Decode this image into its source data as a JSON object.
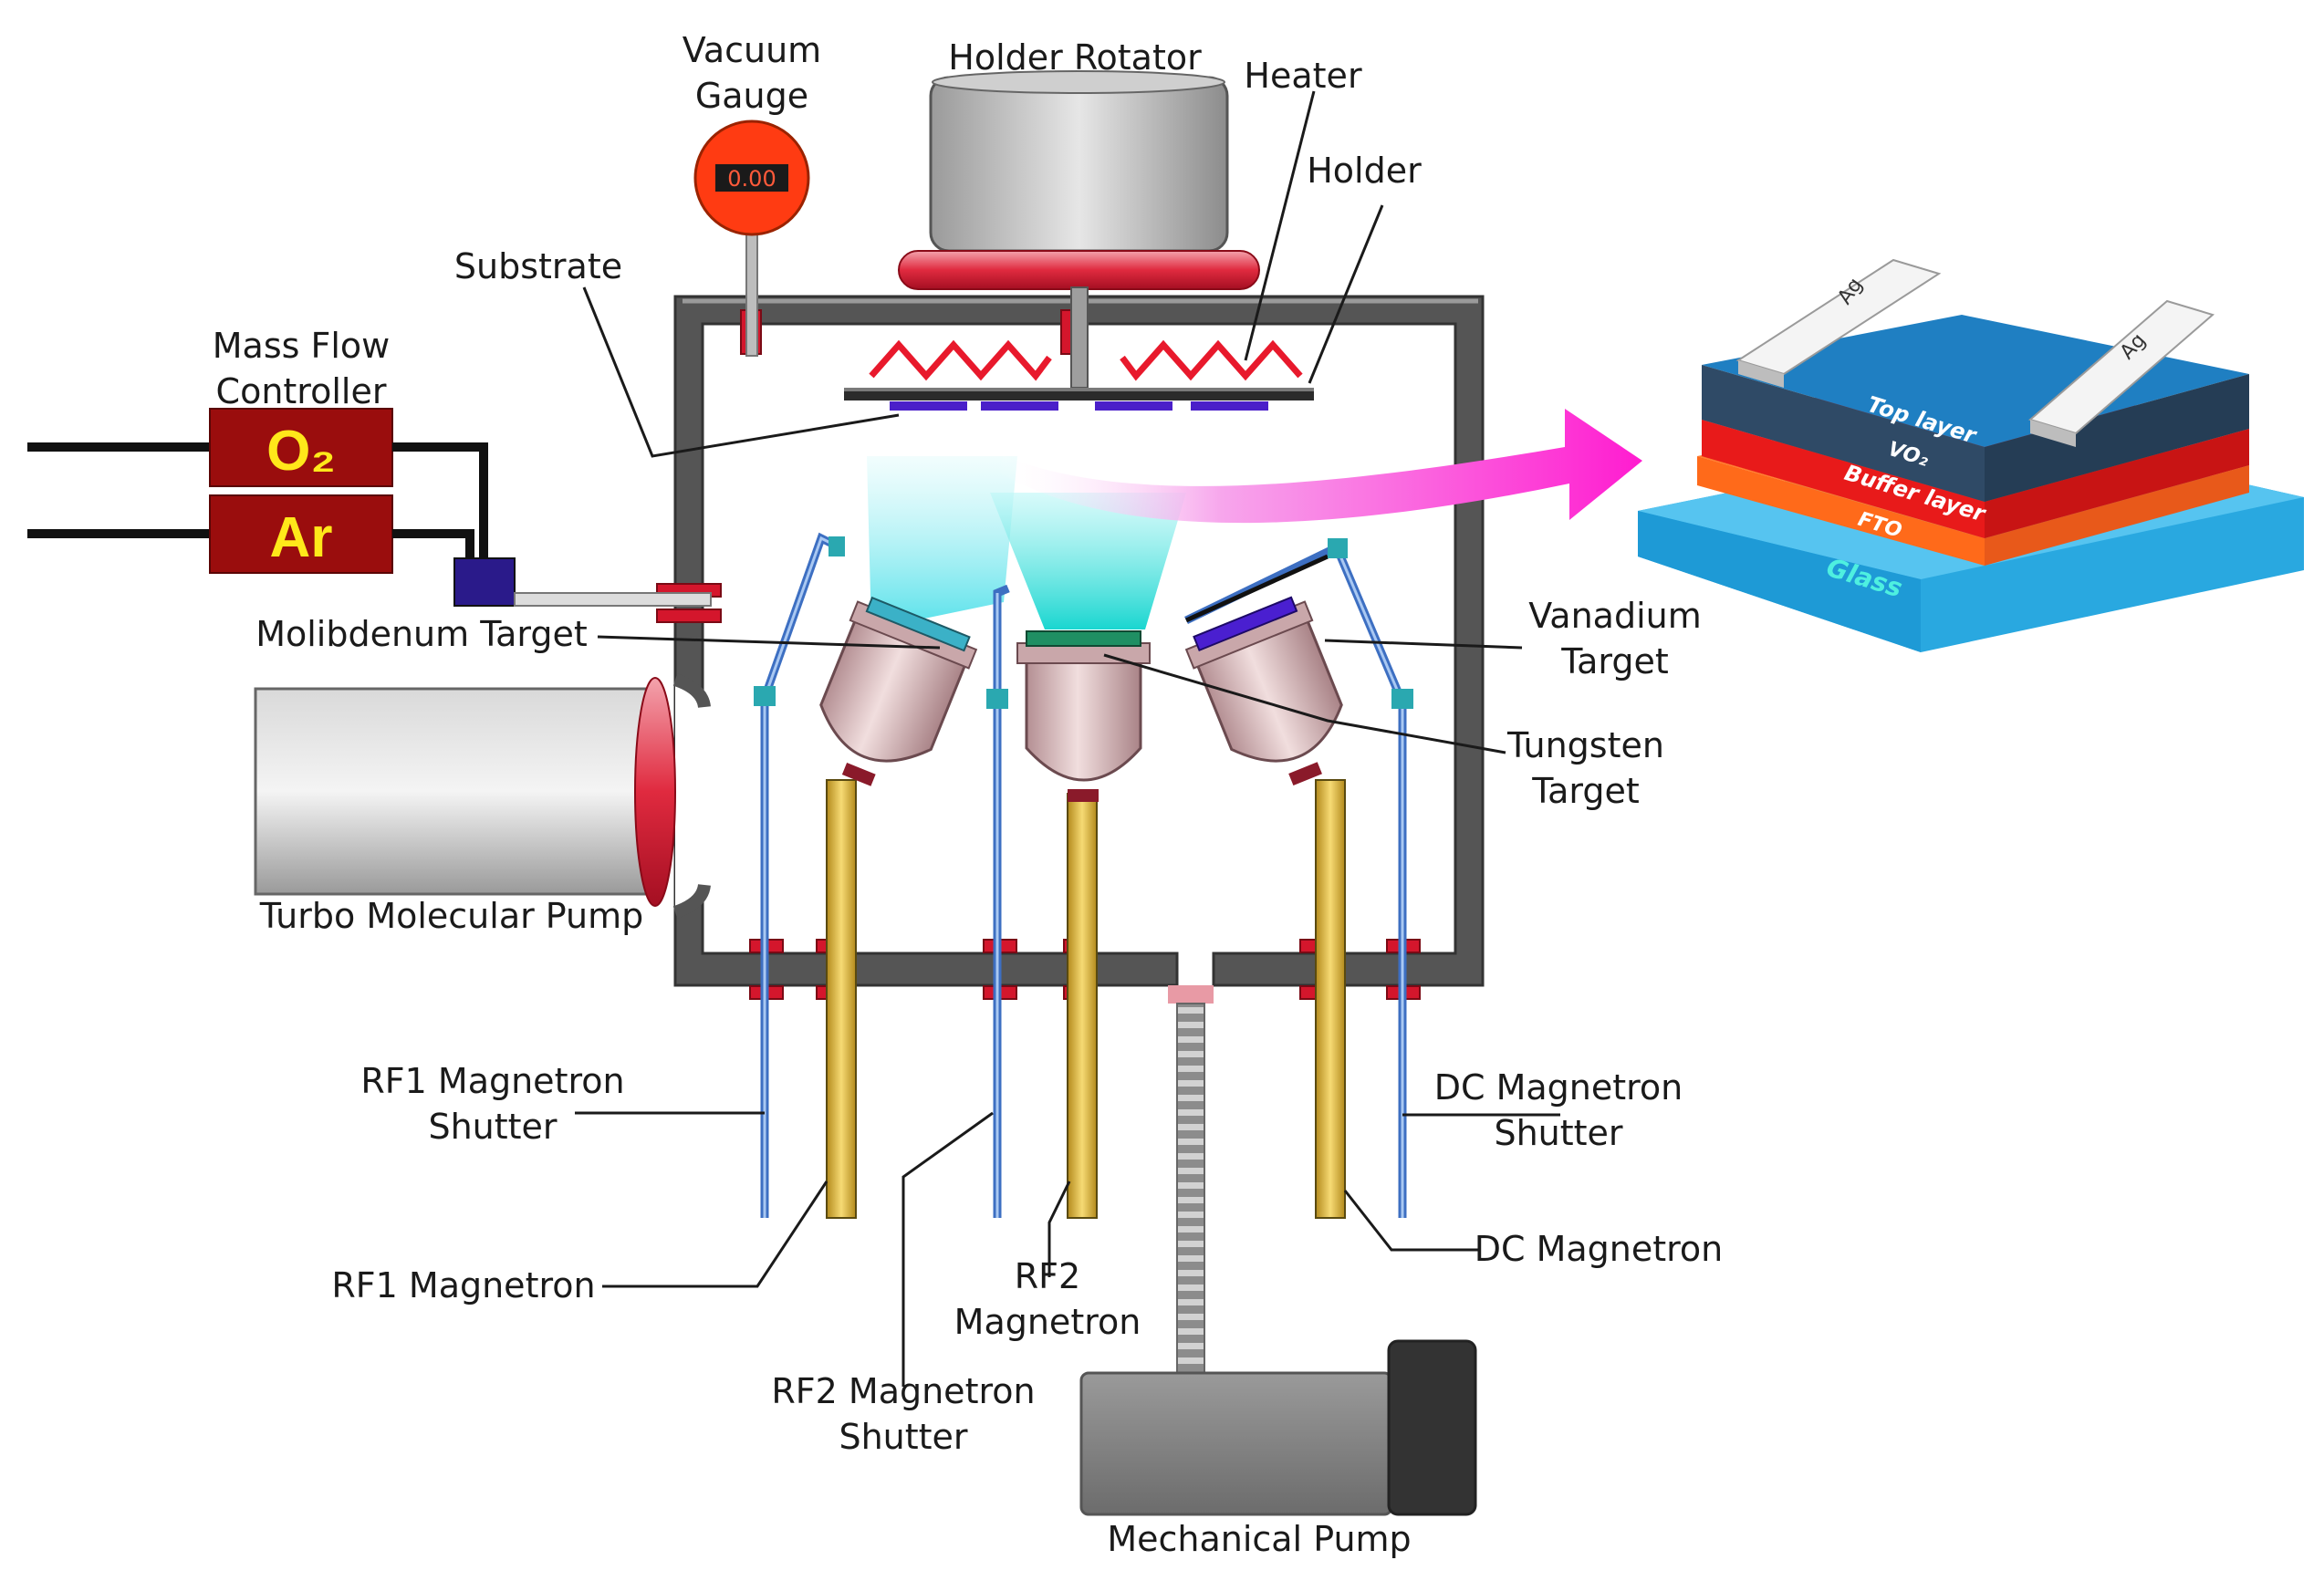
{
  "labels": {
    "vacuum_gauge": [
      "Vacuum",
      "Gauge"
    ],
    "holder_rotator": "Holder Rotator",
    "heater": "Heater",
    "holder": "Holder",
    "substrate": "Substrate",
    "mass_flow_controller": [
      "Mass Flow",
      "Controller"
    ],
    "molibdenum_target": "Molibdenum Target",
    "vanadium_target": [
      "Vanadium",
      "Target"
    ],
    "tungsten_target": [
      "Tungsten",
      "Target"
    ],
    "turbo_molecular_pump": "Turbo Molecular Pump",
    "rf1_magnetron_shutter": [
      "RF1 Magnetron",
      "Shutter"
    ],
    "dc_magnetron_shutter": [
      "DC Magnetron",
      "Shutter"
    ],
    "rf1_magnetron": "RF1 Magnetron",
    "rf2_magnetron": [
      "RF2",
      "Magnetron"
    ],
    "dc_magnetron": "DC Magnetron",
    "rf2_magnetron_shutter": [
      "RF2 Magnetron",
      "Shutter"
    ],
    "mechanical_pump": "Mechanical Pump"
  },
  "gases": {
    "o2": "O₂",
    "ar": "Ar"
  },
  "gauge_display": "0.00",
  "device": {
    "contact_left": "Ag",
    "contact_right": "Ag",
    "layers": [
      "Top layer",
      "VO₂",
      "Buffer layer",
      "FTO",
      "Glass"
    ]
  },
  "colors": {
    "chamber": "#555555",
    "flange": "#d4162c",
    "gas_box": "#9a0d0d",
    "plume": "#2de0d8",
    "arrow": "#ff2ad4",
    "magnetron_rod": "#e8c24a",
    "shutter": "#5b8fd6",
    "gauge": "#ff3b12"
  }
}
